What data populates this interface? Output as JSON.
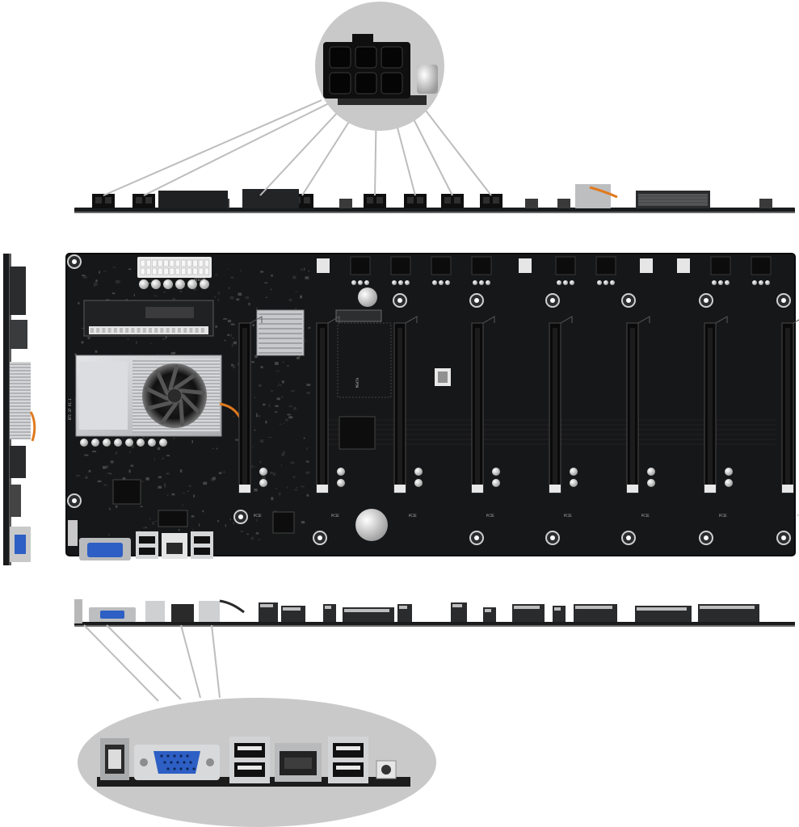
{
  "scene": {
    "subject": "motherboard-views",
    "colors": {
      "background": "#ffffff",
      "board": "#161718",
      "board_edge": "#0b0b0c",
      "heatsink": "#c9cacc",
      "callout": "#c8c8c8",
      "leader_line": "#bdbdbd",
      "vga_blue": "#2d5fc4",
      "fan_cable": "#e07a1f"
    }
  },
  "board": {
    "pcie_slot_count": 8,
    "power_connector_count": 8,
    "silkscreen": {
      "slot_label": "PCIE",
      "msata_label": "MSATA",
      "atx_label": "ATX24P",
      "board_label": "BTC-37 V1.1"
    }
  },
  "callouts": {
    "top": {
      "shows": "6-pin-power-connector"
    },
    "bottom": {
      "shows": "rear-io-panel",
      "ports": [
        "hdmi",
        "vga",
        "usb",
        "rj45",
        "usb",
        "power-button"
      ]
    }
  }
}
